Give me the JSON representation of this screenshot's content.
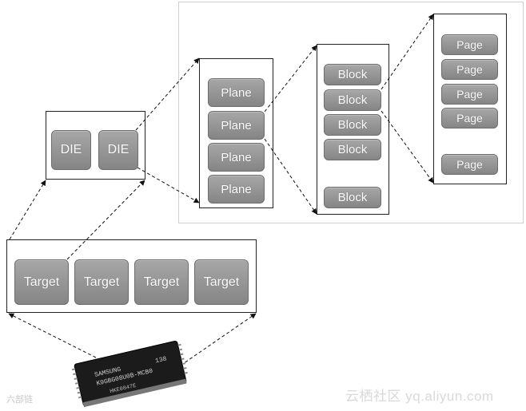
{
  "target": {
    "labels": [
      "Target",
      "Target",
      "Target",
      "Target"
    ]
  },
  "die": {
    "labels": [
      "DIE",
      "DIE"
    ]
  },
  "plane": {
    "labels": [
      "Plane",
      "Plane",
      "Plane",
      "Plane"
    ]
  },
  "block": {
    "labels": [
      "Block",
      "Block",
      "Block",
      "Block",
      "Block"
    ]
  },
  "page": {
    "labels": [
      "Page",
      "Page",
      "Page",
      "Page",
      "Page"
    ]
  },
  "chip": {
    "line1": "SAMSUNG",
    "line1_right": "138",
    "line2": "K9GBG08U0B-MCB0",
    "line3": "HKE0847E"
  },
  "watermarks": {
    "left": "六部链",
    "right": "云栖社区 yq.aliyun.com"
  },
  "colors": {
    "box_fill": "#959595",
    "frame_border": "#222222",
    "panel_border": "#d0d0d0"
  }
}
